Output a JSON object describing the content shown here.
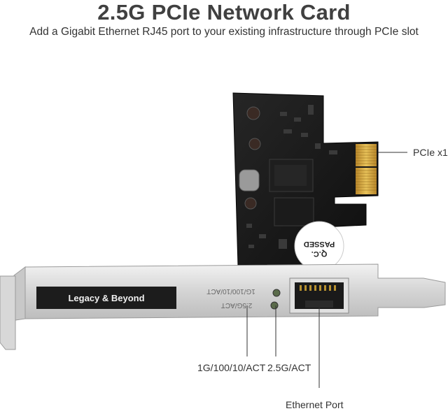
{
  "header": {
    "title": "2.5G PCIe Network Card",
    "subtitle": "Add a Gigabit Ethernet RJ45 port to your existing infrastructure through PCIe slot"
  },
  "card": {
    "brand_plate": "Legacy & Beyond",
    "qc_sticker_line1": "Q.C.",
    "qc_sticker_line2": "PASSED",
    "bracket_led1_label": "1G/100/10/ACT",
    "bracket_led2_label": "2.5G/ACT"
  },
  "callouts": {
    "pcie": "PCIe x1",
    "led_1g": "1G/100/10/ACT",
    "led_25g": "2.5G/ACT",
    "ethernet": "Ethernet Port"
  },
  "colors": {
    "pcb": "#151515",
    "gold_fingers": "#d4a437",
    "bracket": "#d6d6d6",
    "led": "#5a6b4a"
  }
}
